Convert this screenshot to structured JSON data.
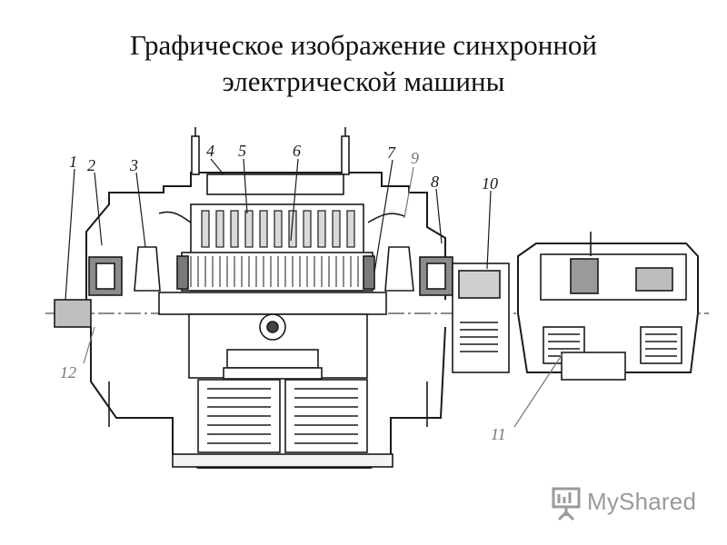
{
  "slide": {
    "title_line1": "Графическое изображение синхронной",
    "title_line2": "электрической машины"
  },
  "diagram": {
    "callouts": [
      "1",
      "2",
      "3",
      "4",
      "5",
      "6",
      "7",
      "9",
      "8",
      "10",
      "12",
      "11"
    ],
    "callout_color_dark": "#1a1a1a",
    "callout_color_gray": "#777777"
  },
  "logo": {
    "text": "MyShared",
    "icon": "presentation-board-icon",
    "color": "#9a9a9a"
  }
}
